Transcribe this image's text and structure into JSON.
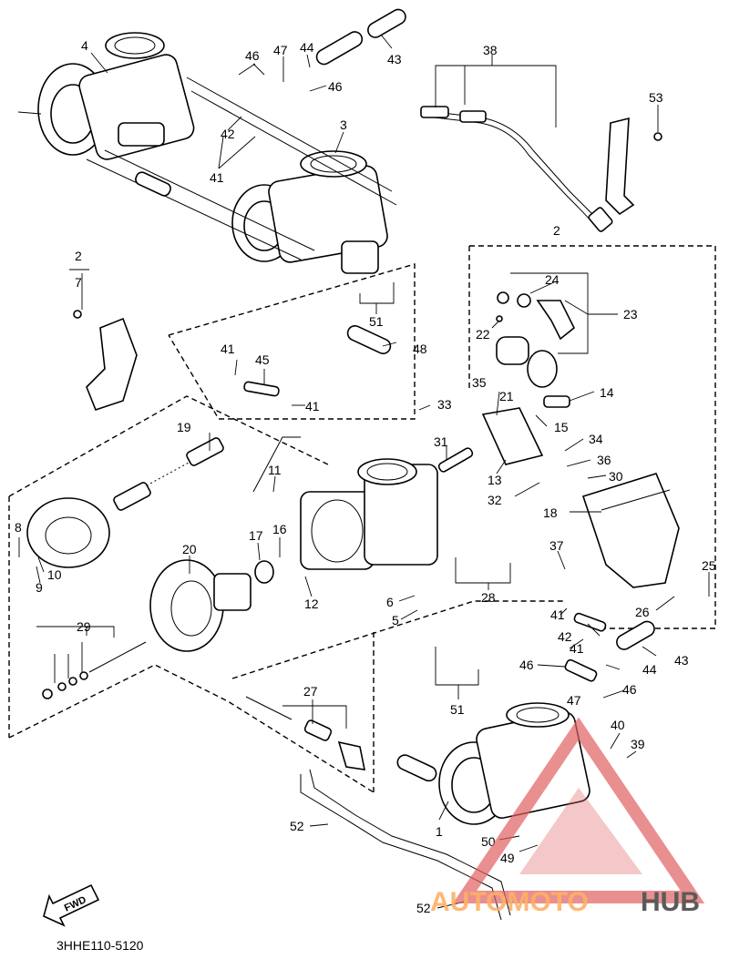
{
  "diagram_code": "3HHE110-5120",
  "fwd_label": "FWD",
  "watermark": {
    "part1": "AUTOMOTO",
    "part2": "HUB",
    "color_accent": "#e06060",
    "color_orange": "#ffb067",
    "color_grey": "#5a5a5a"
  },
  "callouts": [
    "1",
    "2",
    "3",
    "4",
    "5",
    "6",
    "7",
    "8",
    "9",
    "10",
    "11",
    "12",
    "13",
    "14",
    "15",
    "16",
    "17",
    "18",
    "19",
    "20",
    "21",
    "22",
    "23",
    "24",
    "25",
    "26",
    "27",
    "28",
    "29",
    "30",
    "31",
    "32",
    "33",
    "34",
    "35",
    "36",
    "37",
    "38",
    "39",
    "40",
    "41",
    "42",
    "43",
    "44",
    "45",
    "46",
    "47",
    "48",
    "49",
    "50",
    "51",
    "52",
    "53"
  ],
  "labels": [
    {
      "id": "c4",
      "text": "4"
    },
    {
      "id": "c46a",
      "text": "46"
    },
    {
      "id": "c47a",
      "text": "47"
    },
    {
      "id": "c44a",
      "text": "44"
    },
    {
      "id": "c43a",
      "text": "43"
    },
    {
      "id": "c46b",
      "text": "46"
    },
    {
      "id": "c38",
      "text": "38"
    },
    {
      "id": "c53",
      "text": "53"
    },
    {
      "id": "c3",
      "text": "3"
    },
    {
      "id": "c42a",
      "text": "42"
    },
    {
      "id": "c41a",
      "text": "41"
    },
    {
      "id": "c2a",
      "text": "2"
    },
    {
      "id": "c2b",
      "text": "2"
    },
    {
      "id": "c7",
      "text": "7"
    },
    {
      "id": "c24",
      "text": "24"
    },
    {
      "id": "c23",
      "text": "23"
    },
    {
      "id": "c22",
      "text": "22"
    },
    {
      "id": "c51a",
      "text": "51"
    },
    {
      "id": "c21",
      "text": "21"
    },
    {
      "id": "c41b",
      "text": "41"
    },
    {
      "id": "c45",
      "text": "45"
    },
    {
      "id": "c48",
      "text": "48"
    },
    {
      "id": "c41c",
      "text": "41"
    },
    {
      "id": "c35",
      "text": "35"
    },
    {
      "id": "c14",
      "text": "14"
    },
    {
      "id": "c33",
      "text": "33"
    },
    {
      "id": "c15",
      "text": "15"
    },
    {
      "id": "c19",
      "text": "19"
    },
    {
      "id": "c31",
      "text": "31"
    },
    {
      "id": "c34",
      "text": "34"
    },
    {
      "id": "c36",
      "text": "36"
    },
    {
      "id": "c13",
      "text": "13"
    },
    {
      "id": "c30",
      "text": "30"
    },
    {
      "id": "c11",
      "text": "11"
    },
    {
      "id": "c32",
      "text": "32"
    },
    {
      "id": "c18",
      "text": "18"
    },
    {
      "id": "c8",
      "text": "8"
    },
    {
      "id": "c20",
      "text": "20"
    },
    {
      "id": "c17",
      "text": "17"
    },
    {
      "id": "c16",
      "text": "16"
    },
    {
      "id": "c37",
      "text": "37"
    },
    {
      "id": "c25",
      "text": "25"
    },
    {
      "id": "c10",
      "text": "10"
    },
    {
      "id": "c9",
      "text": "9"
    },
    {
      "id": "c12",
      "text": "12"
    },
    {
      "id": "c28",
      "text": "28"
    },
    {
      "id": "c6",
      "text": "6"
    },
    {
      "id": "c5",
      "text": "5"
    },
    {
      "id": "c26",
      "text": "26"
    },
    {
      "id": "c41d",
      "text": "41"
    },
    {
      "id": "c29",
      "text": "29"
    },
    {
      "id": "c42b",
      "text": "42"
    },
    {
      "id": "c41e",
      "text": "41"
    },
    {
      "id": "c43b",
      "text": "43"
    },
    {
      "id": "c46c",
      "text": "46"
    },
    {
      "id": "c44b",
      "text": "44"
    },
    {
      "id": "c47b",
      "text": "47"
    },
    {
      "id": "c46d",
      "text": "46"
    },
    {
      "id": "c51b",
      "text": "51"
    },
    {
      "id": "c27",
      "text": "27"
    },
    {
      "id": "c40",
      "text": "40"
    },
    {
      "id": "c39",
      "text": "39"
    },
    {
      "id": "c52a",
      "text": "52"
    },
    {
      "id": "c1",
      "text": "1"
    },
    {
      "id": "c50",
      "text": "50"
    },
    {
      "id": "c49",
      "text": "49"
    },
    {
      "id": "c52b",
      "text": "52"
    }
  ]
}
